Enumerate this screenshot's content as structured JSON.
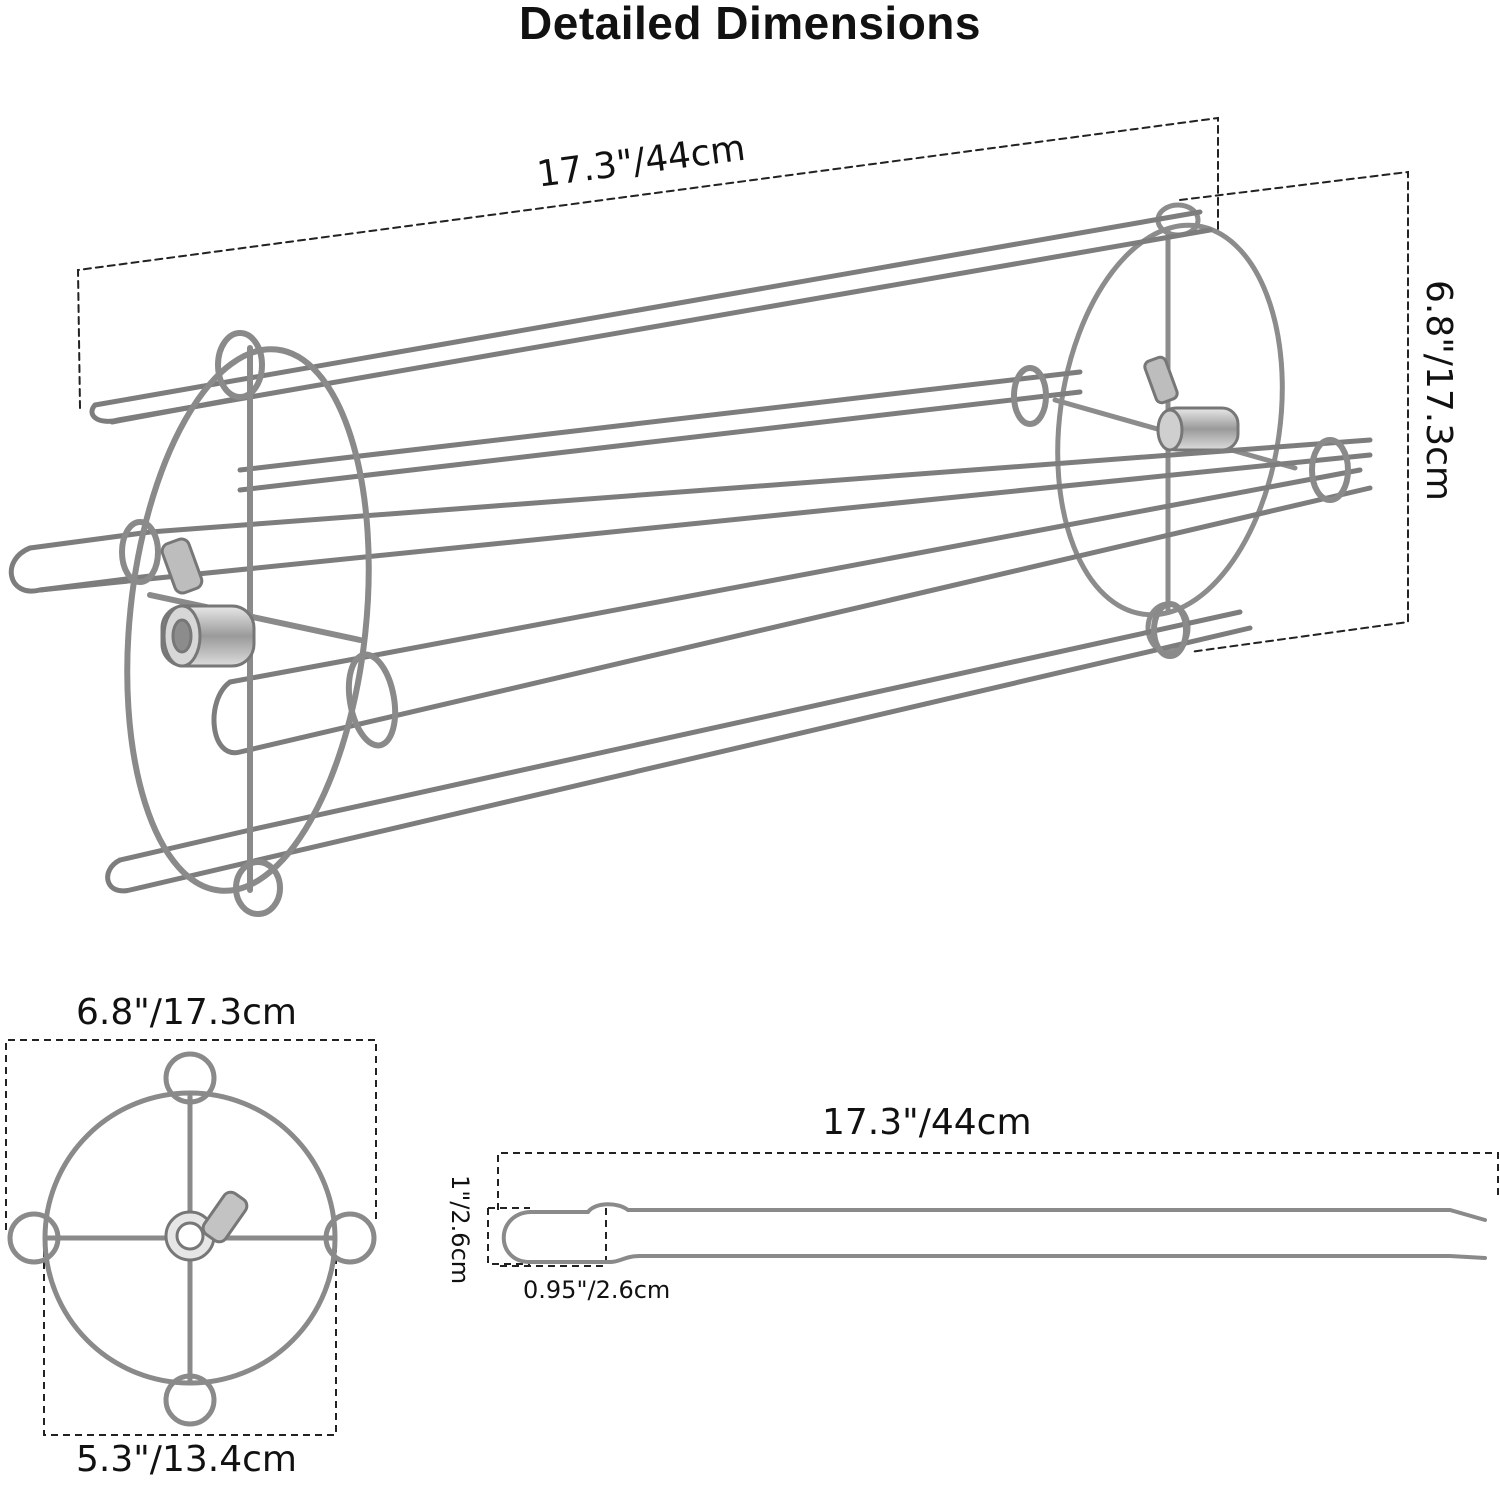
{
  "title": "Detailed Dimensions",
  "main_view": {
    "length_label": "17.3\"/44cm",
    "diameter_label": "6.8\"/17.3cm"
  },
  "end_view": {
    "outer_width_label": "6.8\"/17.3cm",
    "inner_width_label": "5.3\"/13.4cm"
  },
  "skewer_view": {
    "length_label": "17.3\"/44cm",
    "loop_height_label": "1\"/2.6cm",
    "loop_width_label": "0.95\"/2.6cm"
  }
}
